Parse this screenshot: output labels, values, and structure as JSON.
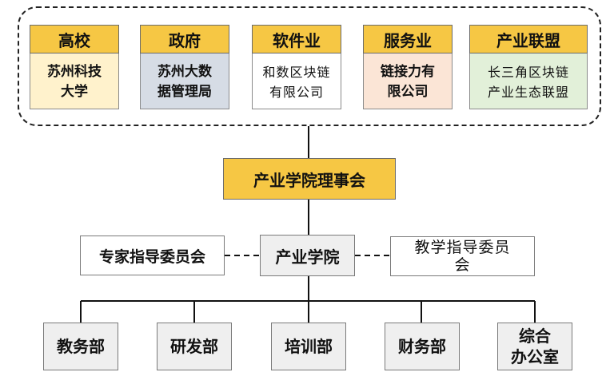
{
  "partners": [
    {
      "title": "高校",
      "body": "苏州科技\n大学",
      "body_color": "#fff2cc"
    },
    {
      "title": "政府",
      "body": "苏州大数\n据管理局",
      "body_color": "#d6dce5"
    },
    {
      "title": "软件业",
      "body": "和数区块链\n有限公司",
      "body_color": "#ffffff"
    },
    {
      "title": "服务业",
      "body": "链接力有\n限公司",
      "body_color": "#fbe5d6"
    },
    {
      "title": "产业联盟",
      "body": "长三角区块链\n产业生态联盟",
      "body_color": "#e2f0d9"
    }
  ],
  "council": "产业学院理事会",
  "center": "产业学院",
  "left_committee": "专家指导委员会",
  "right_committee": "教学指导委员\n会",
  "departments": [
    "教务部",
    "研发部",
    "培训部",
    "财务部",
    "综合\n办公室"
  ],
  "colors": {
    "header": "#f6c744",
    "council": "#f6c744",
    "gray_box": "#efefef"
  }
}
